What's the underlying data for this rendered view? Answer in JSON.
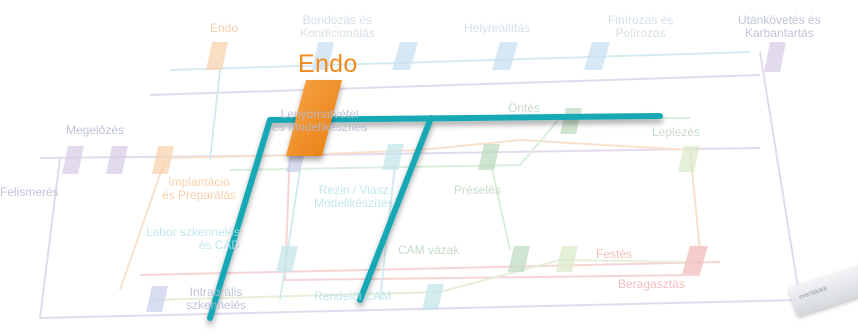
{
  "highlight": {
    "title": "Endo"
  },
  "stages": {
    "endo_top": "Endo",
    "bondozas": "Bondozás és\nKondicionálás",
    "helyreallitas": "Helyreállítás",
    "finirozas": "Finírozás és\nPolírozás",
    "utankovetes": "Utánkövetés és\nKarbantartás",
    "megelozes": "Megelőzés",
    "felismeres": "Felismerés",
    "lenyomatvetel": "Lenyomatvétel\nés Modellkészítés",
    "ontes": "Öntés",
    "leplezes": "Leplezés",
    "implantacio": "Implantáció\nés Preparálás",
    "rezin": "Rezin / Viasz\nModellkészítés",
    "preseles": "Préselés",
    "labor": "Labor szkennelés\nés CAD",
    "cam_vazak": "CAM vázak",
    "festes": "Festés",
    "beragasztas": "Beragasztás",
    "intraoralis": "Intraorális\nszkennelés",
    "rendeloi_cam": "Rendelői CAM"
  },
  "product_stamp": "everStick®",
  "colors": {
    "highlight": "#f08a1c",
    "route": "#16a9b5",
    "lavender": "#cfc6e2",
    "orange": "#f8c89a",
    "blue": "#bfd7ef",
    "green": "#b9d8bd",
    "red": "#f2b6b6",
    "teal": "#b3e2e6"
  }
}
